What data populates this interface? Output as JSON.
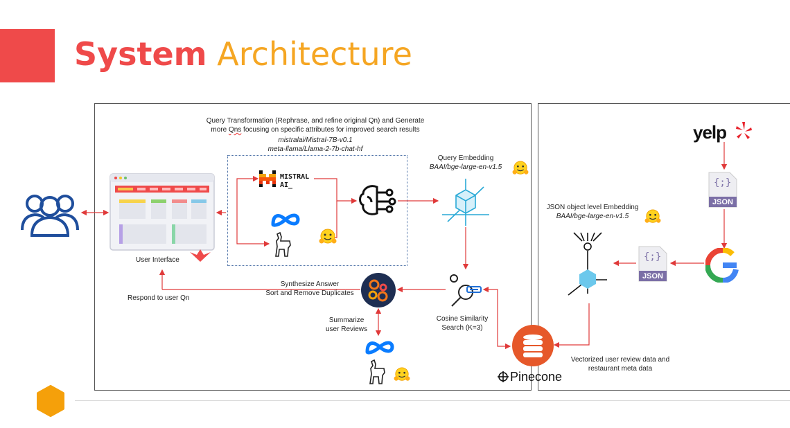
{
  "slide": {
    "title_bold": "System",
    "title_rest": "Architecture"
  },
  "left_panel": {
    "query_transform_line1": "Query Transformation (Rephrase, and refine original Qn) and Generate",
    "query_transform_line2_a": "more ",
    "query_transform_line2_b": "Qns",
    "query_transform_line2_c": " focusing on specific attributes for improved search results",
    "model_mistral": "mistralai/Mistral-7B-v0.1",
    "model_llama": "meta-llama/Llama-2-7b-chat-hf",
    "mistral_logo_line1": "MISTRAL",
    "mistral_logo_line2": "AI_",
    "query_embedding_label": "Query Embedding",
    "query_embedding_model": "BAAI/bge-large-en-v1.5",
    "user_interface_label": "User Interface",
    "respond_label": "Respond to user Qn",
    "synthesize_line1": "Synthesize Answer",
    "synthesize_line2": "Sort and Remove Duplicates",
    "summarize_line1": "Summarize",
    "summarize_line2": "user Reviews",
    "cosine_line1": "Cosine Similarity",
    "cosine_line2": "Search (K=3)",
    "pinecone_label": "Pinecone"
  },
  "right_panel": {
    "yelp_logo": "yelp",
    "json_label": "JSON",
    "json_glyph": "{;}",
    "json_embedding_label": "JSON object level Embedding",
    "json_embedding_model": "BAAI/bge-large-en-v1.5",
    "vectorized_line1": "Vectorized user review data and",
    "vectorized_line2": "restaurant meta data"
  },
  "colors": {
    "accent_red": "#ef4a4a",
    "accent_orange": "#f5a623",
    "arrow_red": "#e03a3a",
    "user_blue": "#1f4e9c",
    "meta_blue": "#0a7cff",
    "mistral_orange": "#f7560c",
    "embedding_cyan": "#29a9d6",
    "json_purple": "#7b6fa6",
    "pinecone_orange": "#e6582a"
  }
}
